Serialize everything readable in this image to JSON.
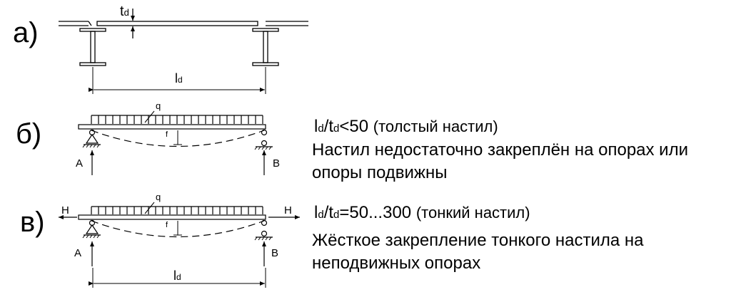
{
  "parts": {
    "a": {
      "label": "а)",
      "thickness_label_main": "t",
      "thickness_label_sub": "d",
      "span_label_main": "l",
      "span_label_sub": "d"
    },
    "b": {
      "label": "б)",
      "load_label": "q",
      "deflection_label": "f",
      "support_left": "A",
      "support_right": "B",
      "ratio_l": "l",
      "ratio_sub1": "d",
      "ratio_slash": "/t",
      "ratio_sub2": "d",
      "ratio_value": "<50",
      "type_note": "(толстый настил)",
      "desc_line1": "Настил недостаточно закреплён на опорах или",
      "desc_line2": "опоры подвижны"
    },
    "v": {
      "label": "в)",
      "load_label": "q",
      "deflection_label": "f",
      "support_left": "A",
      "support_right": "B",
      "force_left": "H",
      "force_right": "H",
      "span_label_main": "l",
      "span_label_sub": "d",
      "ratio_l": "l",
      "ratio_sub1": "d",
      "ratio_slash": "/t",
      "ratio_sub2": "d",
      "ratio_value": "=50...300",
      "type_note": "(тонкий настил)",
      "desc_line1": "Жёсткое закрепление тонкого настила на",
      "desc_line2": "неподвижных опорах"
    }
  }
}
